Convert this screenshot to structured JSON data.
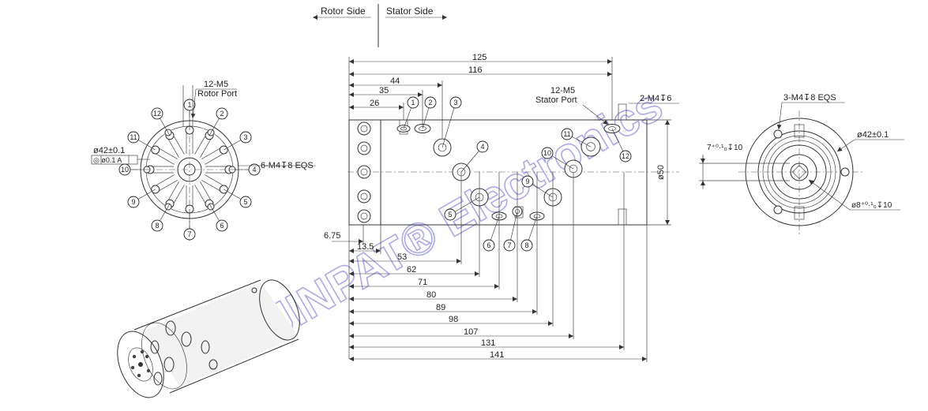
{
  "header": {
    "rotor_side": "Rotor Side",
    "stator_side": "Stator Side"
  },
  "watermark": "JINPAT® Electronics",
  "front_view": {
    "port_callout_1": "12-M5",
    "port_callout_2": "Rotor Port",
    "bolt_callout": "6-M4↧8 EQS",
    "diameter": "ø42±0.1",
    "tolerance_frame": "◎ ø0.1 A",
    "balloons": [
      "1",
      "2",
      "3",
      "4",
      "5",
      "6",
      "7",
      "8",
      "9",
      "10",
      "11",
      "12"
    ]
  },
  "side_view": {
    "overall_dims": [
      "125",
      "116",
      "44",
      "35",
      "26"
    ],
    "stator_callout_1": "12-M5",
    "stator_callout_2": "Stator Port",
    "top_callout": "2-M4↧6",
    "diameter": "ø50",
    "left_dims": [
      "6.75",
      "13.5"
    ],
    "bottom_dims": [
      "53",
      "62",
      "71",
      "80",
      "89",
      "98",
      "107",
      "131",
      "141"
    ],
    "balloons": [
      "1",
      "2",
      "3",
      "4",
      "5",
      "6",
      "7",
      "8",
      "9",
      "10",
      "11",
      "12"
    ]
  },
  "rear_view": {
    "bolt_callout": "3-M4↧8 EQS",
    "diameter": "ø42±0.1",
    "keyway": "7⁺⁰·¹₀↧10",
    "bore": "ø8⁺⁰·¹₀↧10"
  }
}
